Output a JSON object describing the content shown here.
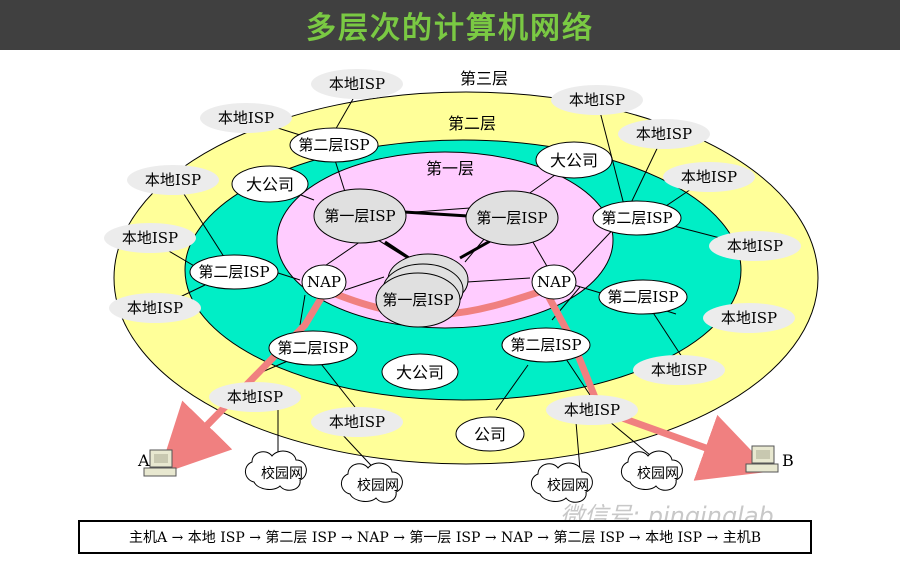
{
  "title": "多层次的计算机网络",
  "layers": {
    "tier3": "第三层",
    "tier2": "第二层",
    "tier1": "第一层"
  },
  "nodes": {
    "local_isp": "本地ISP",
    "tier2_isp": "第二层ISP",
    "tier1_isp": "第一层ISP",
    "nap": "NAP",
    "big_company": "大公司",
    "company": "公司",
    "campus": "校园网"
  },
  "hosts": {
    "a": "A",
    "b": "B"
  },
  "route_text": "主机A → 本地 ISP → 第二层 ISP → NAP → 第一层 ISP → NAP → 第二层 ISP → 本地 ISP → 主机B",
  "watermark": "微信号: pinginglab",
  "colors": {
    "tier3": "#ffff99",
    "tier2": "#00eec6",
    "tier1": "#ffccff",
    "route": "#f08080",
    "node": "#e6e6e6"
  }
}
